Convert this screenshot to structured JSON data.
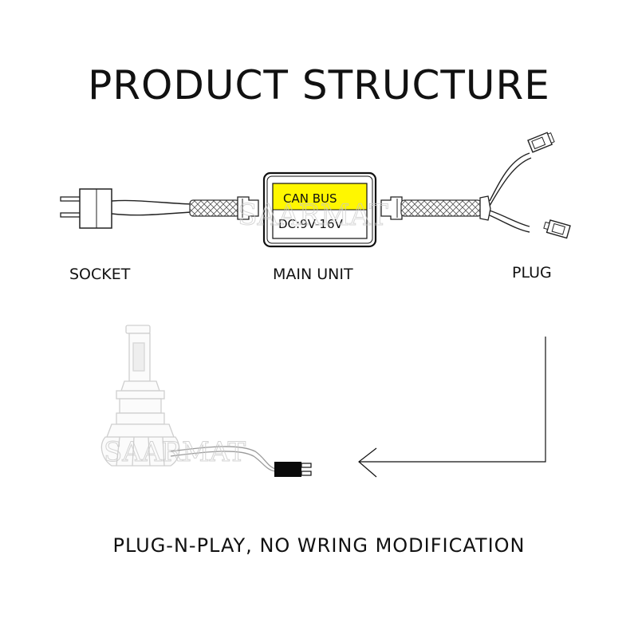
{
  "title": "PRODUCT STRUCTURE",
  "labels": {
    "socket": "SOCKET",
    "main_unit": "MAIN UNIT",
    "plug": "PLUG"
  },
  "can_box": {
    "top_text": "CAN BUS",
    "bottom_text": "DC:9V-16V",
    "highlight_color": "#fff700"
  },
  "watermark": "SAARMAT",
  "footer": "PLUG-N-PLAY, NO WRING MODIFICATION"
}
